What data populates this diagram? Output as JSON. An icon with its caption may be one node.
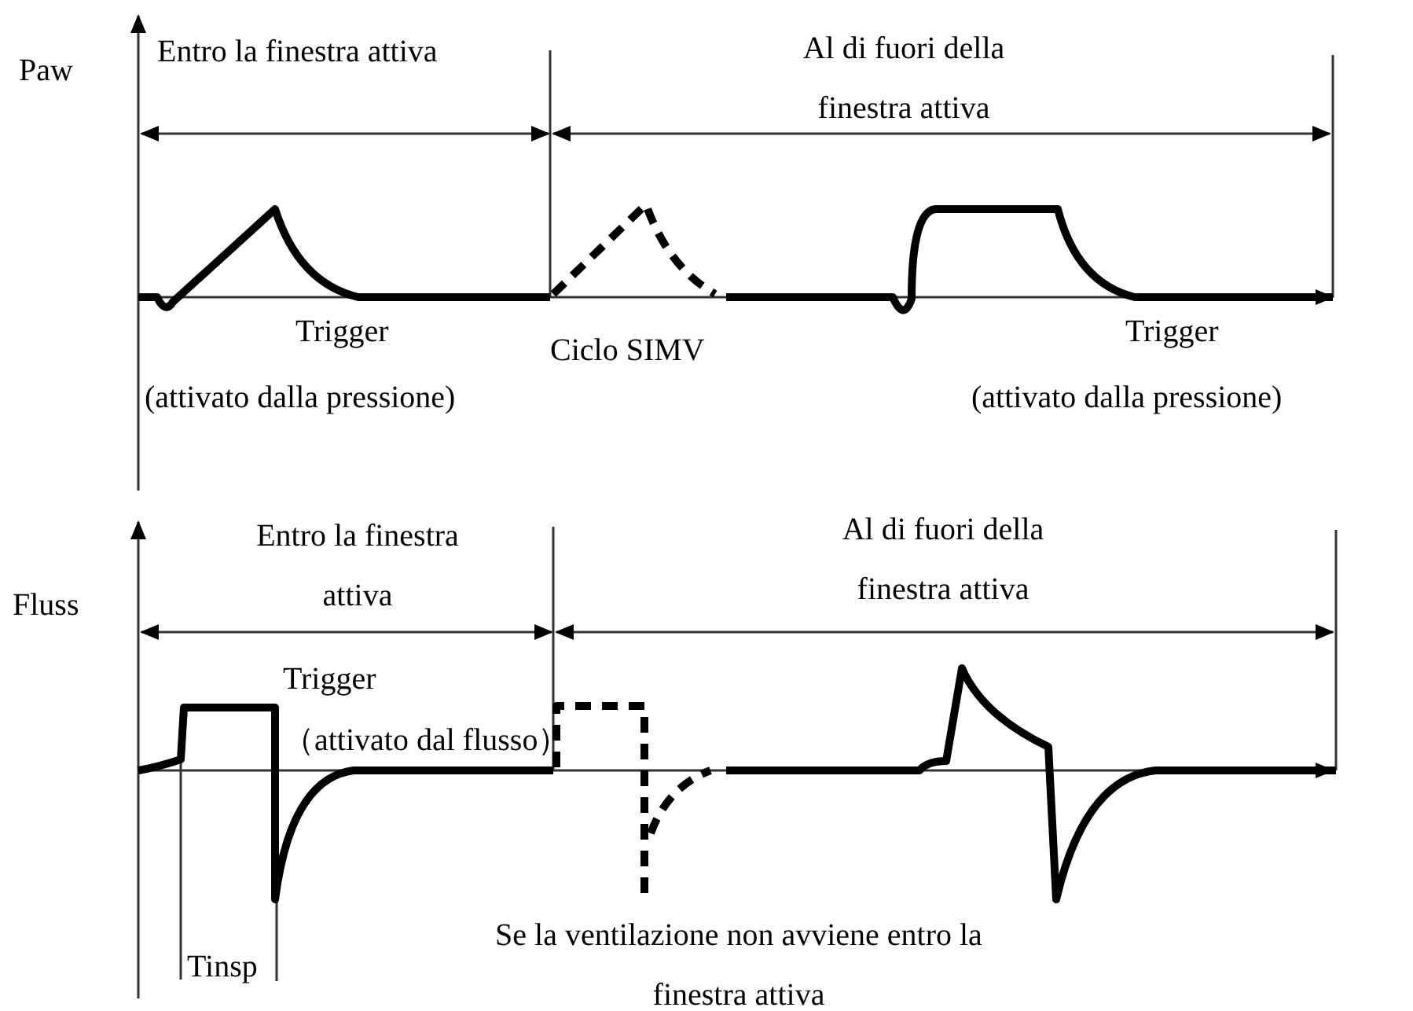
{
  "diagram": {
    "labels": [
      "Paw",
      "Entro la finestra attiva",
      "Al di fuori della finestra attiva",
      "Trigger",
      "Ciclo SIMV",
      "(attivato dalla pressione)",
      "Trigger",
      "(attivato dalla pressione)",
      "Fluss",
      "Entro la finestra attiva",
      "Al di fuori della finestra attiva",
      "Trigger",
      "（attivato dal flusso）",
      "Se la ventilazione non avviene entro la finestra attiva",
      "Tinsp"
    ]
  }
}
